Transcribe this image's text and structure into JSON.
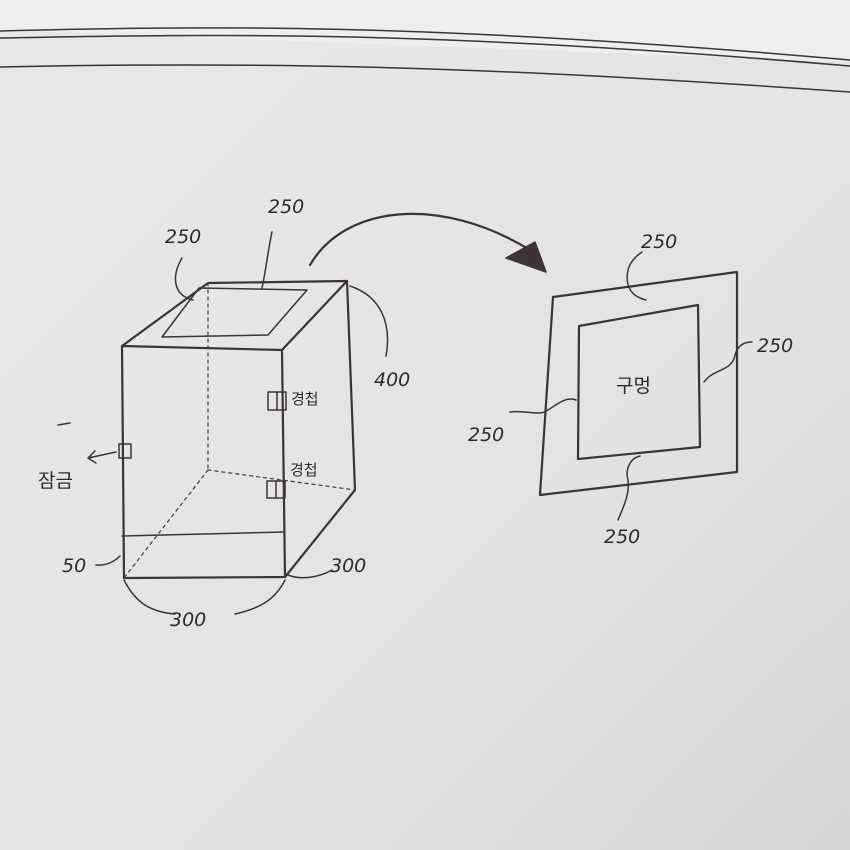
{
  "box_sketch": {
    "top_opening_width_label": "250",
    "top_opening_depth_label": "250",
    "height_label": "400",
    "front_width_label": "300",
    "side_depth_label": "300",
    "base_height_label": "50",
    "hinge_label_upper": "경첩",
    "hinge_label_lower": "경첩",
    "lock_label": "잠금"
  },
  "top_view": {
    "hole_label": "구멍",
    "top_margin_label": "250",
    "right_margin_label": "250",
    "left_margin_label": "250",
    "bottom_margin_label": "250"
  },
  "colors": {
    "paper": "#e4e4e2",
    "ink": "#3a3436",
    "arrow_ink": "#4a3a44"
  }
}
